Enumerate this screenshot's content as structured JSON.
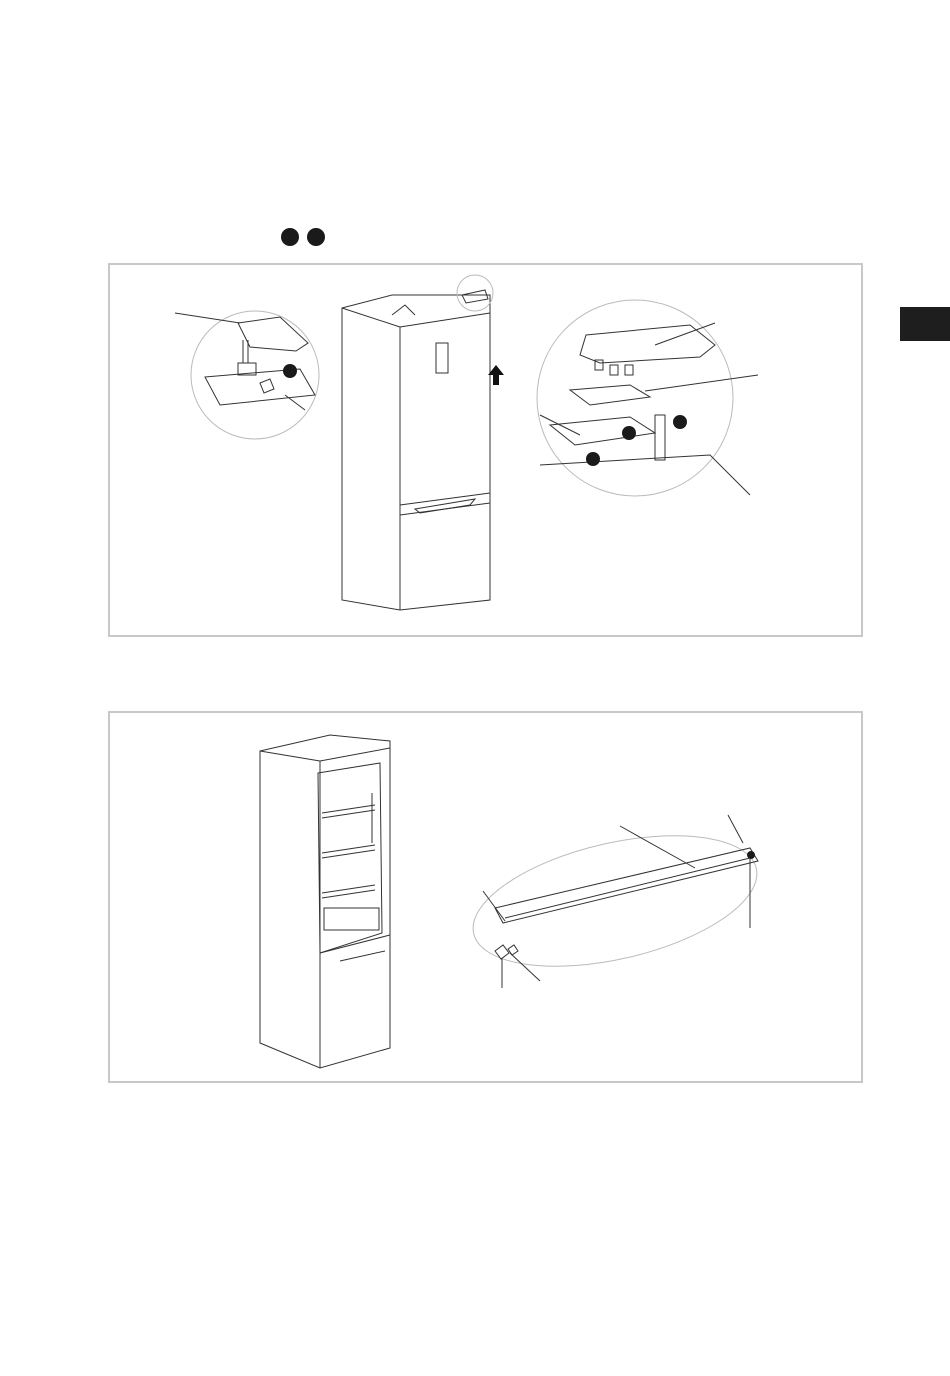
{
  "page": {
    "step_markers": [
      "step-marker-1",
      "step-marker-2"
    ],
    "side_tab_color": "#1e1e1e",
    "frame_border_color": "#c8c8c8"
  },
  "figures": [
    {
      "id": "figure-1",
      "description_icons": [
        "hinge-cover-icon",
        "screw-icon",
        "hinge-icon",
        "up-arrow-icon"
      ]
    },
    {
      "id": "figure-2",
      "description_icons": [
        "door-frame-icon",
        "screw-icon"
      ]
    }
  ]
}
